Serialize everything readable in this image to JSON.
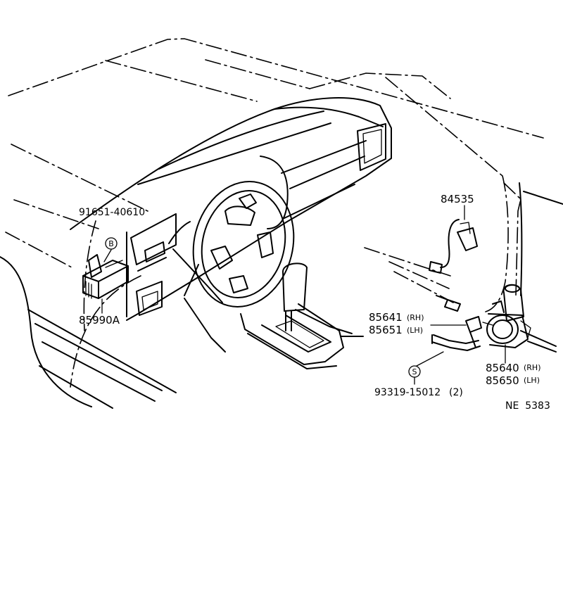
{
  "diagram": {
    "callouts": {
      "bolt": {
        "part": "91651-40610",
        "symbol": "B"
      },
      "ecu": {
        "part": "85990A"
      },
      "wire": {
        "part": "84535"
      },
      "link_rh": {
        "part": "85641",
        "side": "(RH)"
      },
      "link_lh": {
        "part": "85651",
        "side": "(LH)"
      },
      "screw": {
        "part": "93319-15012",
        "qty": "(2)",
        "symbol": "S"
      },
      "motor_rh": {
        "part": "85640",
        "side": "(RH)"
      },
      "motor_lh": {
        "part": "85650",
        "side": "(LH)"
      }
    },
    "figure_code": "NE  5383"
  }
}
